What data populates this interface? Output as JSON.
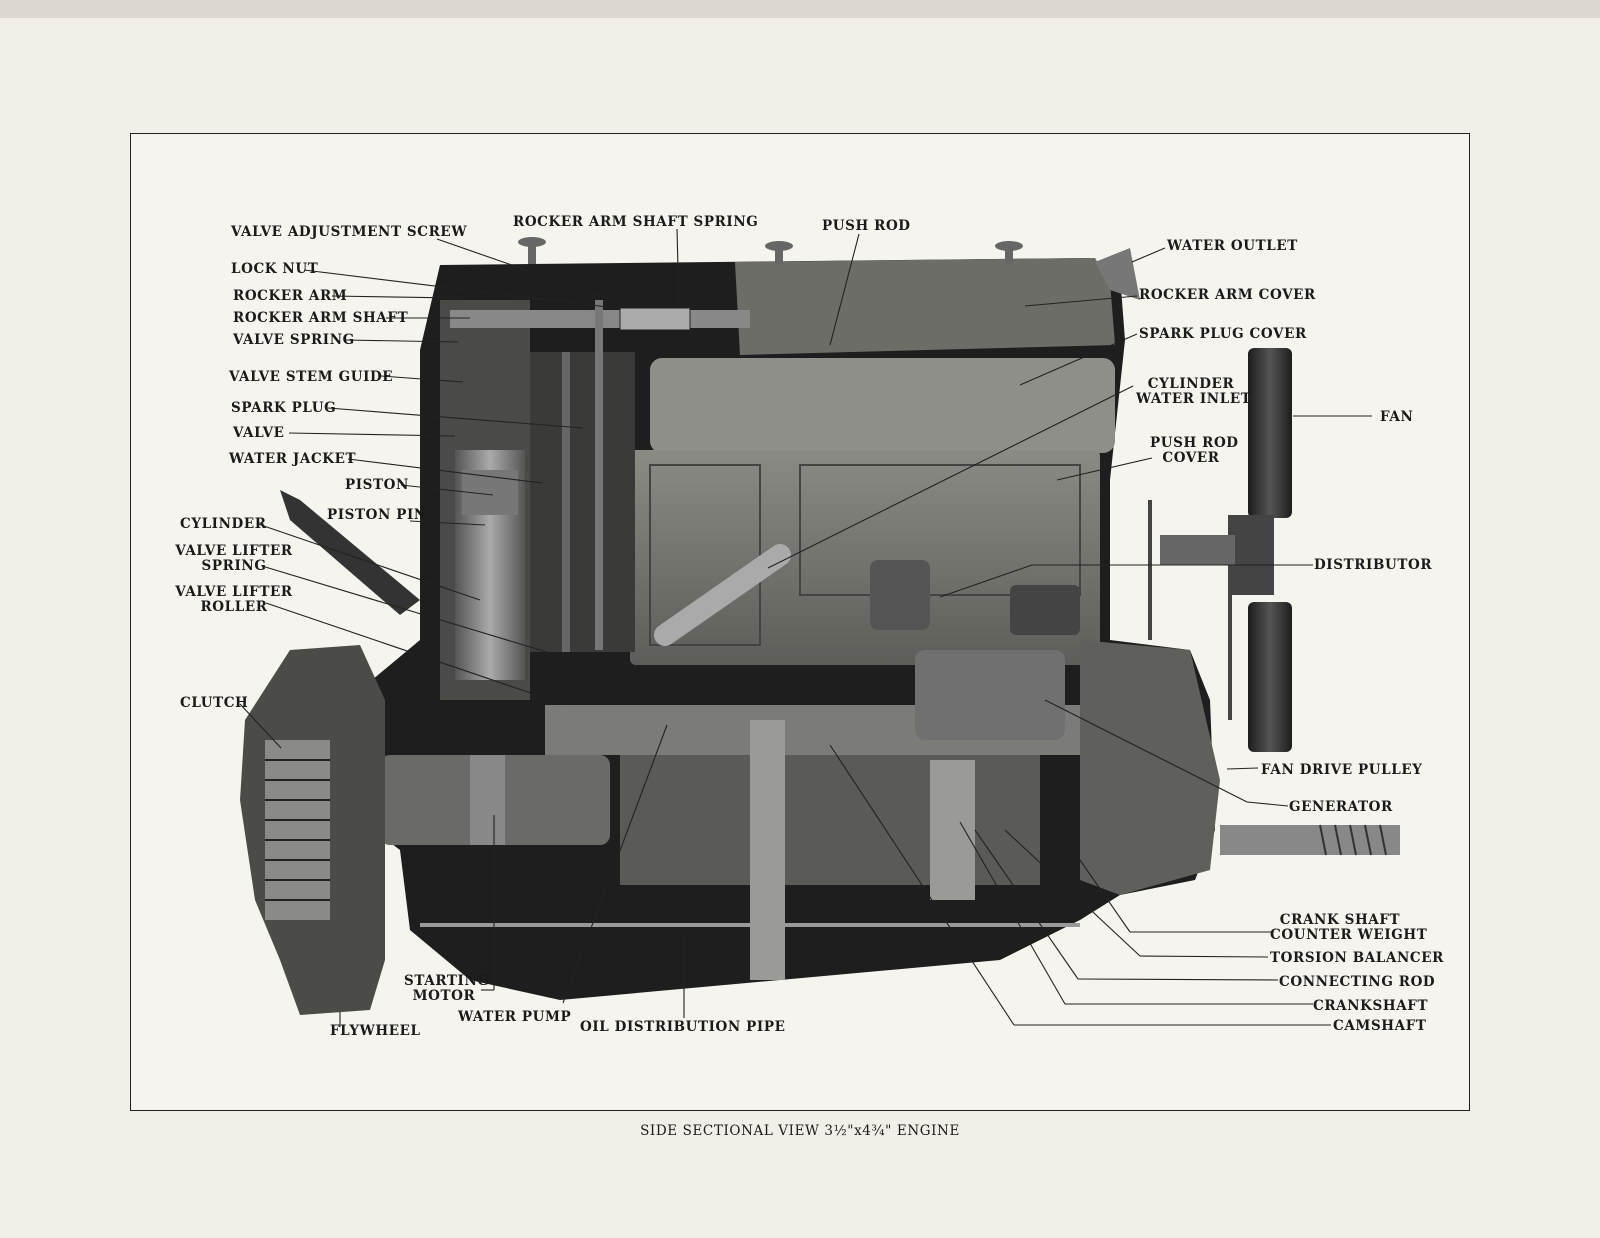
{
  "figure": {
    "caption": "SIDE SECTIONAL VIEW 3½\"x4¾\" ENGINE"
  },
  "labels": {
    "valve_adjustment_screw": "VALVE ADJUSTMENT SCREW",
    "rocker_arm_shaft_spring": "ROCKER ARM SHAFT SPRING",
    "push_rod": "PUSH ROD",
    "water_outlet": "WATER OUTLET",
    "lock_nut": "LOCK NUT",
    "rocker_arm": "ROCKER ARM",
    "rocker_arm_shaft": "ROCKER ARM SHAFT",
    "valve_spring": "VALVE SPRING",
    "rocker_arm_cover": "ROCKER ARM COVER",
    "spark_plug_cover": "SPARK PLUG COVER",
    "valve_stem_guide": "VALVE STEM GUIDE",
    "cylinder_water_inlet_1": "CYLINDER",
    "cylinder_water_inlet_2": "WATER INLET",
    "spark_plug": "SPARK PLUG",
    "fan": "FAN",
    "valve": "VALVE",
    "push_rod_cover_1": "PUSH ROD",
    "push_rod_cover_2": "COVER",
    "water_jacket": "WATER JACKET",
    "piston": "PISTON",
    "piston_pin": "PISTON PIN",
    "cylinder": "CYLINDER",
    "valve_lifter_spring_1": "VALVE LIFTER",
    "valve_lifter_spring_2": "SPRING",
    "distributor": "DISTRIBUTOR",
    "valve_lifter_roller_1": "VALVE LIFTER",
    "valve_lifter_roller_2": "ROLLER",
    "clutch": "CLUTCH",
    "fan_drive_pulley": "FAN DRIVE PULLEY",
    "generator": "GENERATOR",
    "crank_shaft_counter_weight_1": "CRANK SHAFT",
    "crank_shaft_counter_weight_2": "COUNTER WEIGHT",
    "torsion_balancer": "TORSION BALANCER",
    "connecting_rod": "CONNECTING ROD",
    "starting_motor_1": "STARTING",
    "starting_motor_2": "MOTOR",
    "crankshaft": "CRANKSHAFT",
    "water_pump": "WATER PUMP",
    "camshaft": "CAMSHAFT",
    "oil_distribution_pipe": "OIL DISTRIBUTION PIPE",
    "flywheel": "FLYWHEEL"
  }
}
